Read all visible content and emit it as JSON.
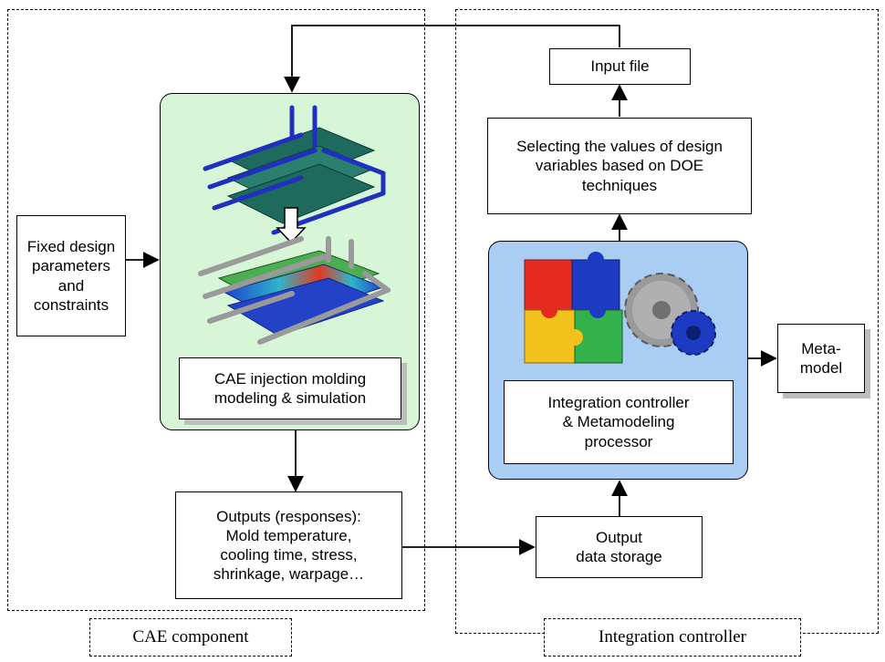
{
  "regions": {
    "cae": {
      "label": "CAE component"
    },
    "integration": {
      "label": "Integration controller"
    }
  },
  "boxes": {
    "input_file": "Input file",
    "doe": "Selecting the values of design\nvariables based on DOE\ntechniques",
    "fixed": "Fixed design\nparameters\nand\nconstraints",
    "cae_sim": "CAE injection molding\nmodeling & simulation",
    "integration_proc": "Integration controller\n& Metamodeling\nprocessor",
    "metamodel": "Meta-\nmodel",
    "outputs": "Outputs (responses):\nMold temperature,\ncooling time, stress,\nshrinkage, warpage…",
    "storage": "Output\ndata storage"
  },
  "colors": {
    "cae_panel": "#d7f5d7",
    "integration_panel": "#a9cdf3",
    "mesh": "#1e6b5e",
    "pipe": "#1f2fbf",
    "puzzle_red": "#e32b20",
    "puzzle_blue": "#1c3bc2",
    "puzzle_yellow": "#f4c21c",
    "puzzle_green": "#33b24b",
    "gear": "#9a9a9a"
  },
  "icons": [
    "mold-mesh-icon",
    "down-arrow-icon",
    "mold-thermal-icon",
    "puzzle-icon",
    "gears-icon"
  ]
}
